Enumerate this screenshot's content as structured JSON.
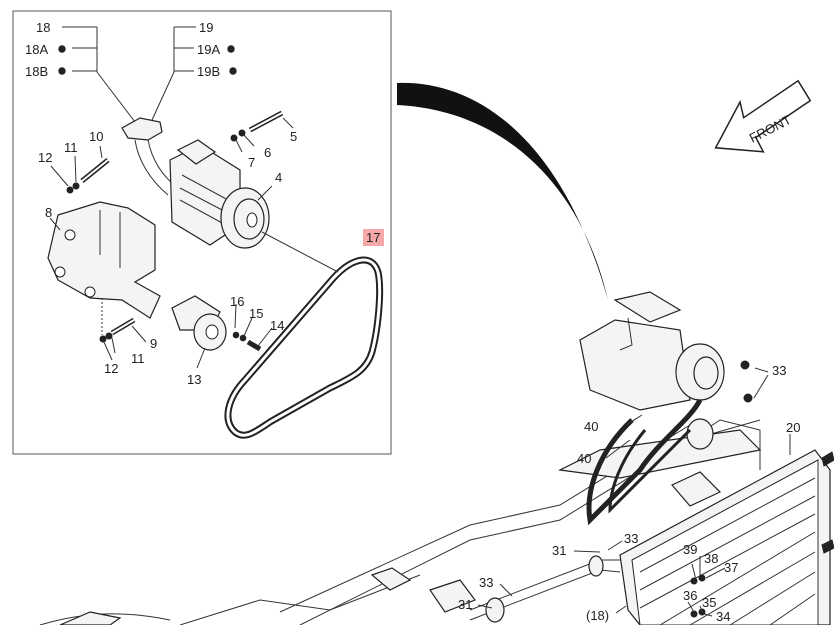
{
  "front_label": "FRONT",
  "callouts": {
    "c18": "18",
    "c18a": "18A",
    "c18b": "18B",
    "c19": "19",
    "c19a": "19A",
    "c19b": "19B",
    "c4": "4",
    "c5": "5",
    "c6": "6",
    "c7": "7",
    "c8": "8",
    "c9": "9",
    "c10": "10",
    "c11a": "11",
    "c11b": "11",
    "c12a": "12",
    "c12b": "12",
    "c13": "13",
    "c14": "14",
    "c15": "15",
    "c16": "16",
    "c17": "17",
    "c20": "20",
    "c31a": "31",
    "c31b": "31",
    "c33a": "33",
    "c33b": "33",
    "c33c": "33",
    "c34": "34",
    "c35": "35",
    "c36": "36",
    "c37": "37",
    "c38": "38",
    "c39": "39",
    "c40a": "40",
    "c40b": "40",
    "c18p": "(18)"
  },
  "colors": {
    "highlight": "#f4a9a8",
    "line": "#222222"
  }
}
